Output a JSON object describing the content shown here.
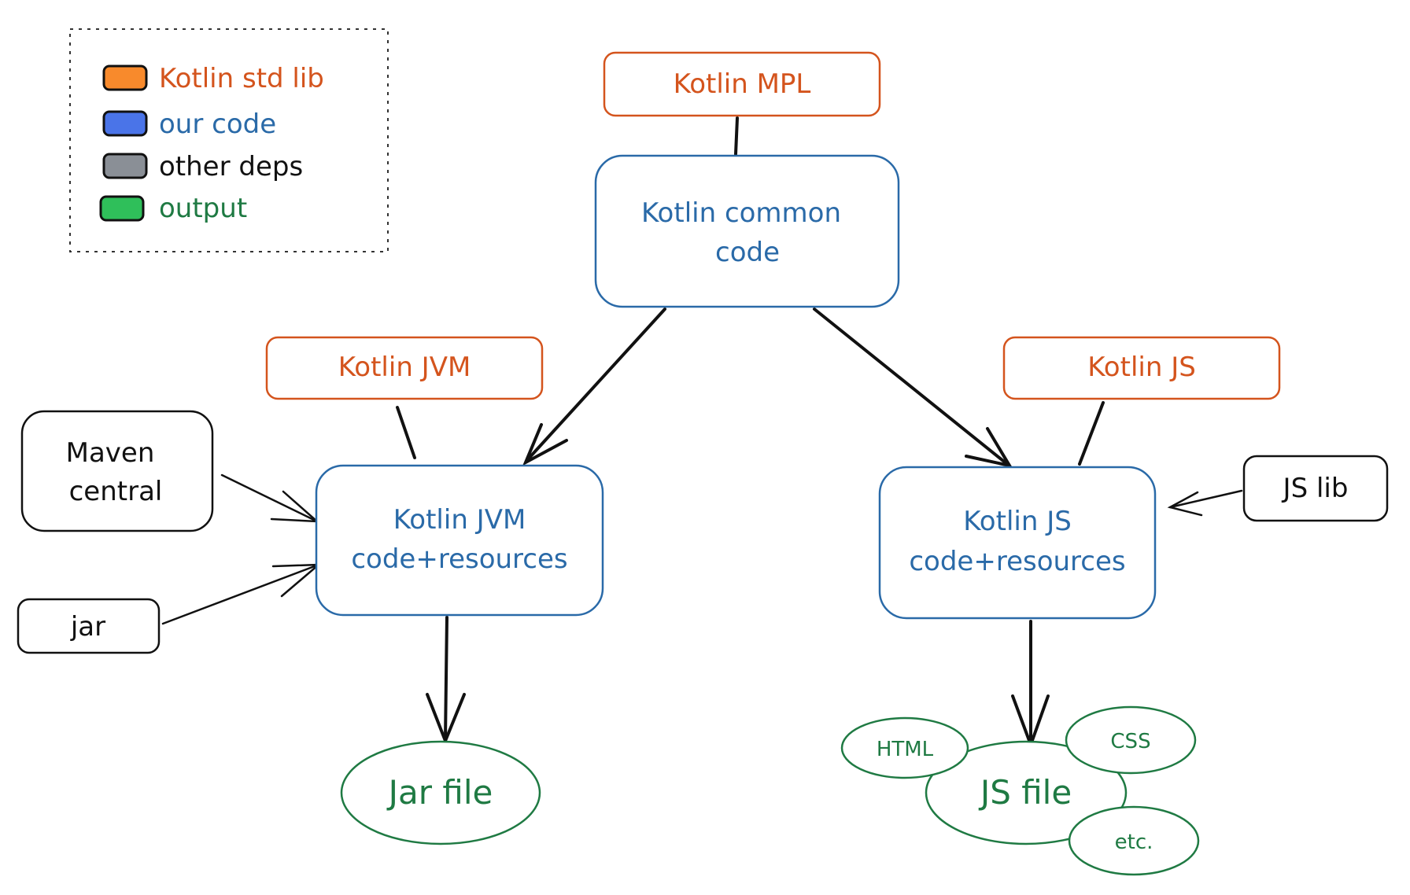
{
  "colors": {
    "stdlib": "#d4541d",
    "ourcode": "#2a6aa8",
    "otherdeps": "#111111",
    "output": "#1f7a43",
    "legend_orange_fill": "#f88a2c",
    "legend_blue_fill": "#4a74e8",
    "legend_gray_fill": "#8a8f96",
    "legend_green_fill": "#2fbf5a"
  },
  "legend": {
    "stdlib": "Kotlin std lib",
    "ourcode": "our code",
    "otherdeps": "other deps",
    "output": "output"
  },
  "nodes": {
    "kotlin_mpl": "Kotlin MPL",
    "common_line1": "Kotlin common",
    "common_line2": "code",
    "kotlin_jvm_lib": "Kotlin JVM",
    "kotlin_js_lib": "Kotlin JS",
    "maven_line1": "Maven",
    "maven_line2": "central",
    "jar_dep": "jar",
    "jvm_code_line1": "Kotlin JVM",
    "jvm_code_line2": "code+resources",
    "js_code_line1": "Kotlin JS",
    "js_code_line2": "code+resources",
    "js_lib": "JS lib",
    "jar_file": "Jar file",
    "js_file": "JS file",
    "html": "HTML",
    "css": "CSS",
    "etc": "etc."
  }
}
